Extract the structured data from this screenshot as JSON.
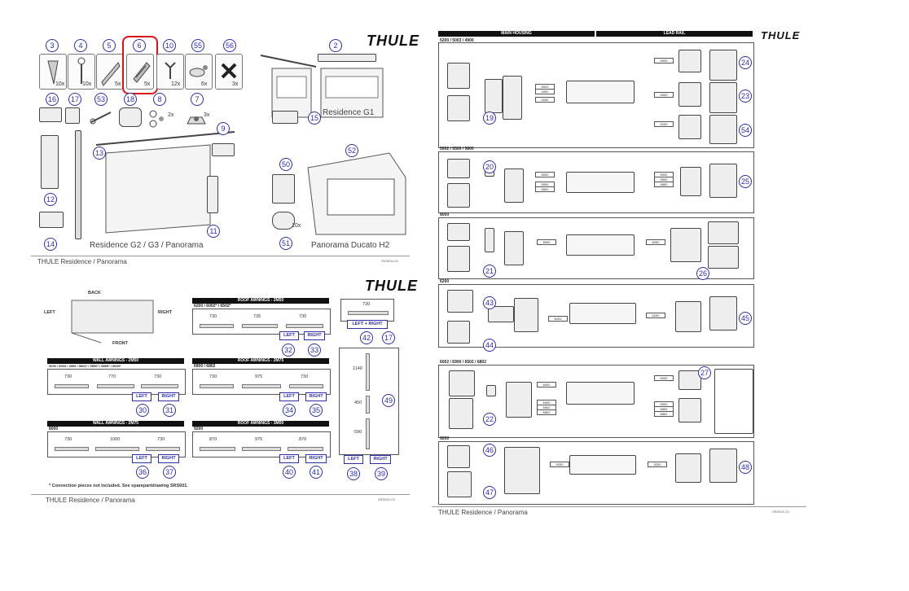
{
  "left_top": {
    "brand": "THULE",
    "footer_title": "THULE Residence / Panorama",
    "footer_code": "RES600-05",
    "highlighted_part": "6",
    "parts_row": [
      {
        "num": "3",
        "qty": "10x"
      },
      {
        "num": "4",
        "qty": "10x"
      },
      {
        "num": "5",
        "qty": "5x"
      },
      {
        "num": "6",
        "qty": "5x"
      },
      {
        "num": "10",
        "qty": "12x"
      },
      {
        "num": "55",
        "qty": "6x"
      },
      {
        "num": "56",
        "qty": "3x"
      }
    ],
    "callouts": {
      "c16": "16",
      "c17": "17",
      "c53": "53",
      "c18": "18",
      "c8": "8",
      "c7": "7",
      "c9": "9",
      "c13": "13",
      "c12": "12",
      "c11": "11",
      "c14": "14",
      "c2": "2",
      "c15": "15",
      "c52": "52",
      "c50": "50",
      "c51": "51"
    },
    "qty_extra": {
      "q8": "2x",
      "q7": "3x",
      "q51": "10x"
    },
    "captions": {
      "g1": "Residence G1",
      "g2": "Residence G2 / G3 / Panorama",
      "ducato": "Panorama Ducato H2"
    }
  },
  "left_bottom": {
    "brand": "THULE",
    "footer_title": "THULE Residence / Panorama",
    "footer_code": "SRS602-03",
    "orientation": {
      "back": "BACK",
      "left": "LEFT",
      "right": "RIGHT",
      "front": "FRONT"
    },
    "note": "* Connection pieces not included. See sparepartdrawing SRS601.",
    "roof_2m50": {
      "title": "ROOF AWNINGS - 2M50",
      "models": "6200 / 6002* / 6502*",
      "dims": [
        "730",
        "735",
        "730"
      ],
      "left": "LEFT",
      "right": "RIGHT",
      "n_left": "32",
      "n_right": "33"
    },
    "wall_2m50": {
      "title": "WALL AWNINGS - 2M50",
      "models": "5200 / 5003 / 4900 / 5002* / 5500* / 5800* / 6000*",
      "dims": [
        "730",
        "770",
        "730"
      ],
      "left": "LEFT",
      "right": "RIGHT",
      "n_left": "30",
      "n_right": "31"
    },
    "roof_2m75": {
      "title": "ROOF AWNINGS - 2M75",
      "models": "6900 / 6802",
      "dims": [
        "730",
        "975",
        "730"
      ],
      "left": "LEFT",
      "right": "RIGHT",
      "n_left": "34",
      "n_right": "35"
    },
    "wall_2m75": {
      "title": "WALL AWNINGS - 2M75",
      "models": "8000",
      "dims": [
        "730",
        "1000",
        "730"
      ],
      "left": "LEFT",
      "right": "RIGHT",
      "n_left": "36",
      "n_right": "37"
    },
    "roof_3m00": {
      "title": "ROOF AWNINGS - 3M00",
      "models": "9200",
      "dims": [
        "870",
        "975",
        "870"
      ],
      "left": "LEFT",
      "right": "RIGHT",
      "n_left": "40",
      "n_right": "41"
    },
    "single": {
      "dim": "730",
      "label": "LEFT + RIGHT",
      "num": "42"
    },
    "vertical": {
      "dims": [
        "1140",
        "450",
        "590"
      ],
      "n_top": "17",
      "n_mid": "49",
      "left": "LEFT",
      "right": "RIGHT",
      "n_left": "38",
      "n_right": "39"
    }
  },
  "right": {
    "brand": "THULE",
    "footer_title": "THULE Residence / Panorama",
    "footer_code": "SRS601-03",
    "col_main": "MAIN HOUSING",
    "col_lead": "LEAD RAIL",
    "sections": [
      {
        "label": "5200 / 5003 / 4900",
        "left_num": "19",
        "codes_a": [
          "5003",
          "4900",
          "5200"
        ],
        "codes_b": [
          "5003",
          "4900",
          "5200"
        ],
        "nums": [
          "24",
          "23",
          "54"
        ]
      },
      {
        "label": "5002 / 5500 / 5800",
        "left_num": "20",
        "codes_a": [
          "5002",
          "5500",
          "5800"
        ],
        "codes_b": [
          "5002",
          "5500",
          "5800"
        ],
        "nums": [
          "25"
        ]
      },
      {
        "label": "8000",
        "left_num": "21",
        "codes_a": [
          "8000"
        ],
        "codes_b": [
          "8000"
        ],
        "nums": [
          "26"
        ]
      },
      {
        "label": "6200",
        "left_num": "43",
        "left_num2": "44",
        "codes_a": [
          "6200"
        ],
        "codes_b": [
          "6200"
        ],
        "nums": [
          "45"
        ]
      },
      {
        "label": "6002 / 6900 / 6502 / 6802",
        "left_num": "22",
        "codes_a": [
          "6002",
          "6900",
          "6502",
          "6802"
        ],
        "codes_b": [
          "6002",
          "6900",
          "6502",
          "6802"
        ],
        "nums": [
          "27"
        ]
      },
      {
        "label": "9200",
        "left_num": "46",
        "left_num2": "47",
        "codes_a": [
          "9200"
        ],
        "codes_b": [
          "9200"
        ],
        "nums": [
          "48"
        ]
      }
    ]
  }
}
